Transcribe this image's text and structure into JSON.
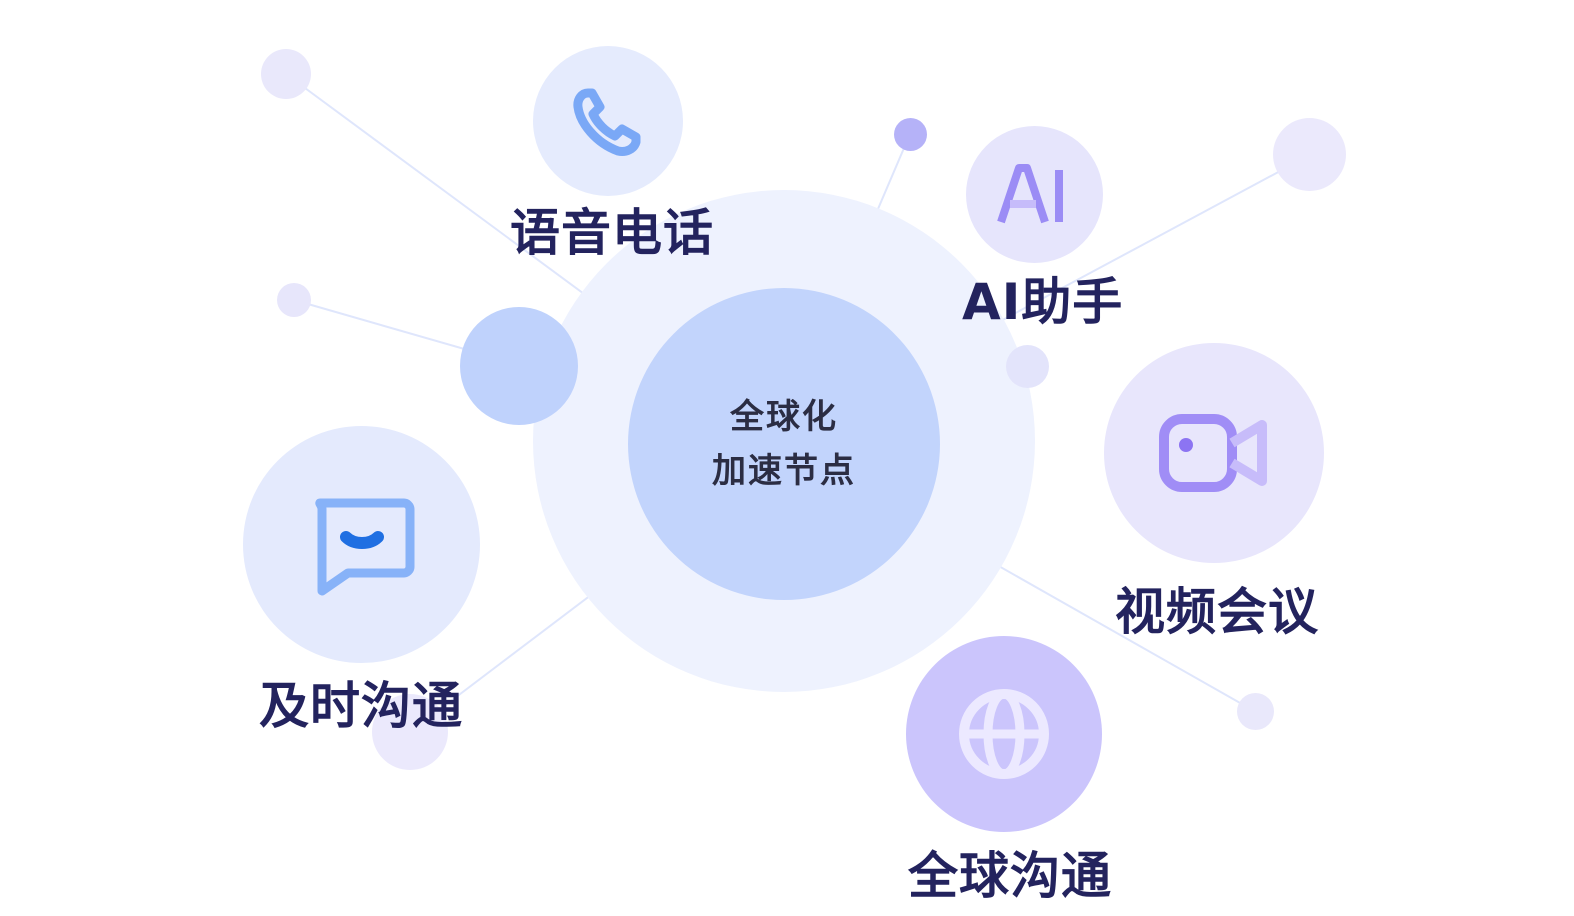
{
  "center": {
    "line1": "全球化",
    "line2": "加速节点"
  },
  "features": {
    "voice": {
      "label": "语音电话",
      "icon": "phone-icon"
    },
    "ai": {
      "label": "AI助手",
      "icon": "ai-icon",
      "icon_text": "AI"
    },
    "video": {
      "label": "视频会议",
      "icon": "video-camera-icon"
    },
    "chat": {
      "label": "及时沟通",
      "icon": "chat-bubble-icon"
    },
    "global": {
      "label": "全球沟通",
      "icon": "globe-icon"
    }
  },
  "colors": {
    "label": "#23235e",
    "center_text": "#2b2d43",
    "halo": "#eef2fe",
    "core": "#c2d4fc",
    "line": "#dfe6fc",
    "blue_icon": "#7aa8f6",
    "purple_icon": "#a08df6"
  }
}
